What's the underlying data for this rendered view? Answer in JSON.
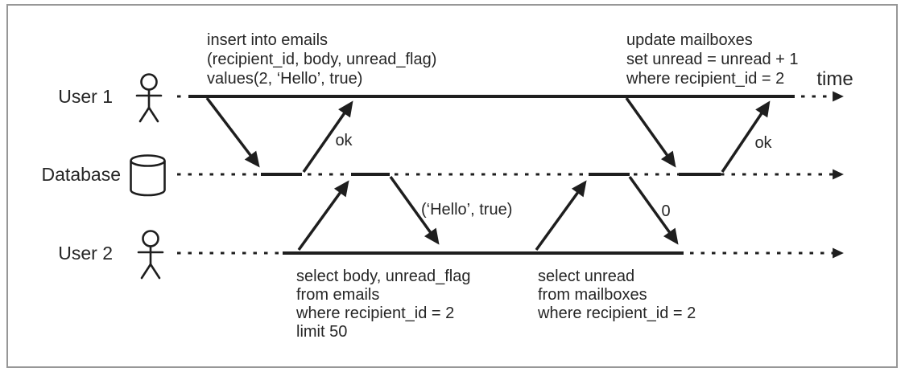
{
  "figure": {
    "time_axis_label": "time",
    "actors": [
      {
        "id": "user1",
        "label": "User 1",
        "icon": "person-icon"
      },
      {
        "id": "database",
        "label": "Database",
        "icon": "database-cylinder-icon"
      },
      {
        "id": "user2",
        "label": "User 2",
        "icon": "person-icon"
      }
    ],
    "messages": {
      "insert_query": {
        "lines": [
          "insert into emails",
          "(recipient_id, body, unread_flag)",
          "values(2, ‘Hello’, true)"
        ]
      },
      "insert_response": "ok",
      "update_query": {
        "lines": [
          "update mailboxes",
          "set unread = unread + 1",
          "where recipient_id = 2"
        ]
      },
      "update_response": "ok",
      "select_emails_query": {
        "lines": [
          "select body, unread_flag",
          "from emails",
          "where recipient_id = 2",
          "limit 50"
        ]
      },
      "select_emails_response": "(‘Hello’, true)",
      "select_mailboxes_query": {
        "lines": [
          "select unread",
          "from mailboxes",
          "where recipient_id = 2"
        ]
      },
      "select_mailboxes_response": "0"
    },
    "colors": {
      "stroke": "#1e1e1e",
      "text": "#262626",
      "border": "#979797",
      "background": "#ffffff"
    }
  }
}
